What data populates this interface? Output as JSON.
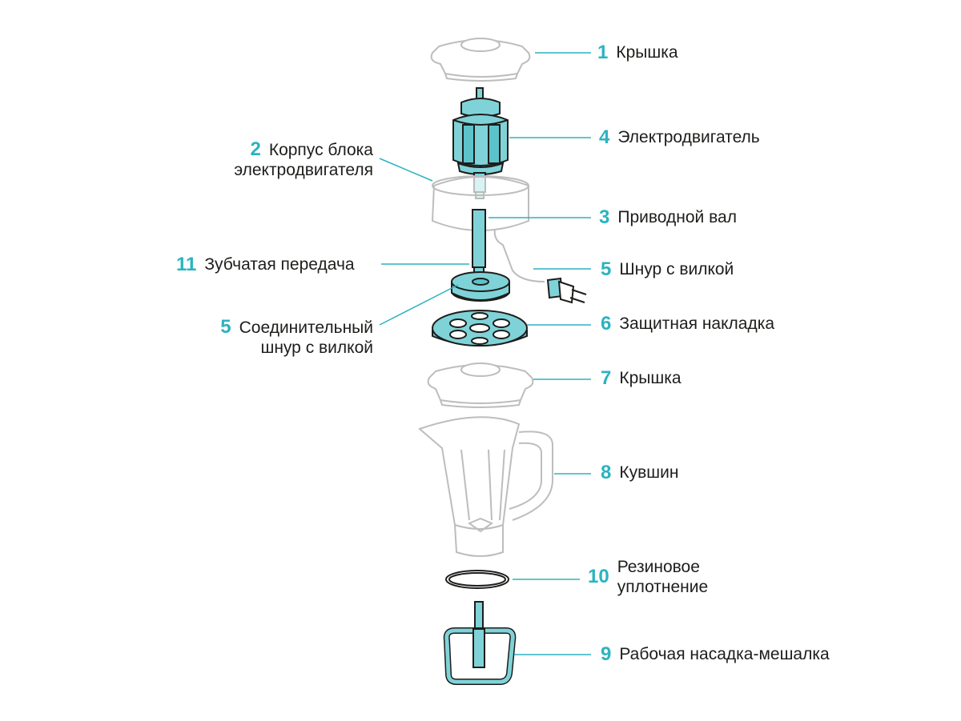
{
  "labels": [
    {
      "num": "1",
      "text": "Крышка"
    },
    {
      "num": "4",
      "text": "Электродвигатель"
    },
    {
      "num": "2",
      "line1": "Корпус блока",
      "line2": "электродвигателя"
    },
    {
      "num": "3",
      "text": "Приводной вал"
    },
    {
      "num": "5",
      "text": "Шнур с вилкой"
    },
    {
      "num": "11",
      "text": "Зубчатая передача"
    },
    {
      "num": "5",
      "line1": "Соединительный",
      "line2": "шнур с вилкой"
    },
    {
      "num": "6",
      "text": "Защитная накладка"
    },
    {
      "num": "7",
      "text": "Крышка"
    },
    {
      "num": "8",
      "text": "Кувшин"
    },
    {
      "num": "10",
      "line1": "Резиновое",
      "line2": "уплотнение"
    },
    {
      "num": "9",
      "text": "Рабочая насадка-мешалка"
    }
  ],
  "colors": {
    "accent": "#2bb3c0",
    "part_fill": "#7fd3d8",
    "outline": "#1d1d1b",
    "ghost": "#bdbdbd",
    "leader": "#2bb3c0"
  }
}
